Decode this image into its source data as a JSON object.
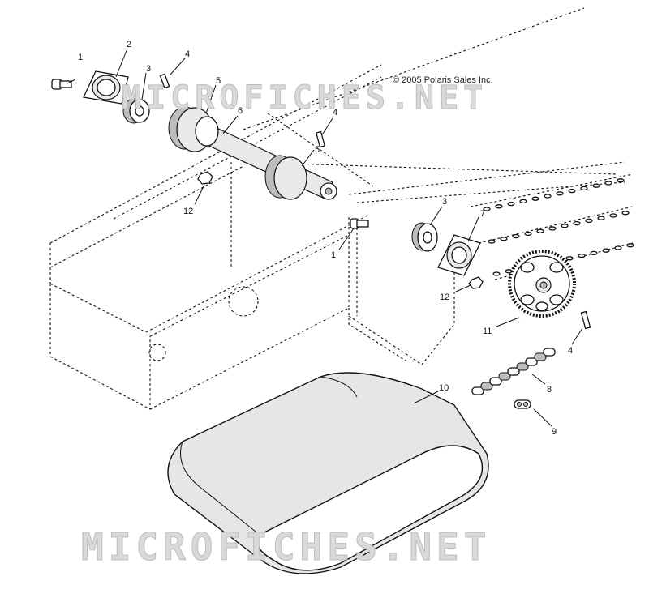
{
  "copyright": "© 2005 Polaris Sales Inc.",
  "watermark": "MICROFICHES.NET",
  "colors": {
    "ink": "#111111",
    "watermark": "#d9d9d9",
    "background": "#ffffff"
  },
  "callouts": [
    {
      "id": "c1a",
      "label": "1"
    },
    {
      "id": "c2",
      "label": "2"
    },
    {
      "id": "c3a",
      "label": "3"
    },
    {
      "id": "c4a",
      "label": "4"
    },
    {
      "id": "c5a",
      "label": "5"
    },
    {
      "id": "c6",
      "label": "6"
    },
    {
      "id": "c4b",
      "label": "4"
    },
    {
      "id": "c5b",
      "label": "5"
    },
    {
      "id": "c12a",
      "label": "12"
    },
    {
      "id": "c3b",
      "label": "3"
    },
    {
      "id": "c7",
      "label": "7"
    },
    {
      "id": "c1b",
      "label": "1"
    },
    {
      "id": "c12b",
      "label": "12"
    },
    {
      "id": "c11",
      "label": "11"
    },
    {
      "id": "c4c",
      "label": "4"
    },
    {
      "id": "c8",
      "label": "8"
    },
    {
      "id": "c10",
      "label": "10"
    },
    {
      "id": "c9",
      "label": "9"
    }
  ]
}
